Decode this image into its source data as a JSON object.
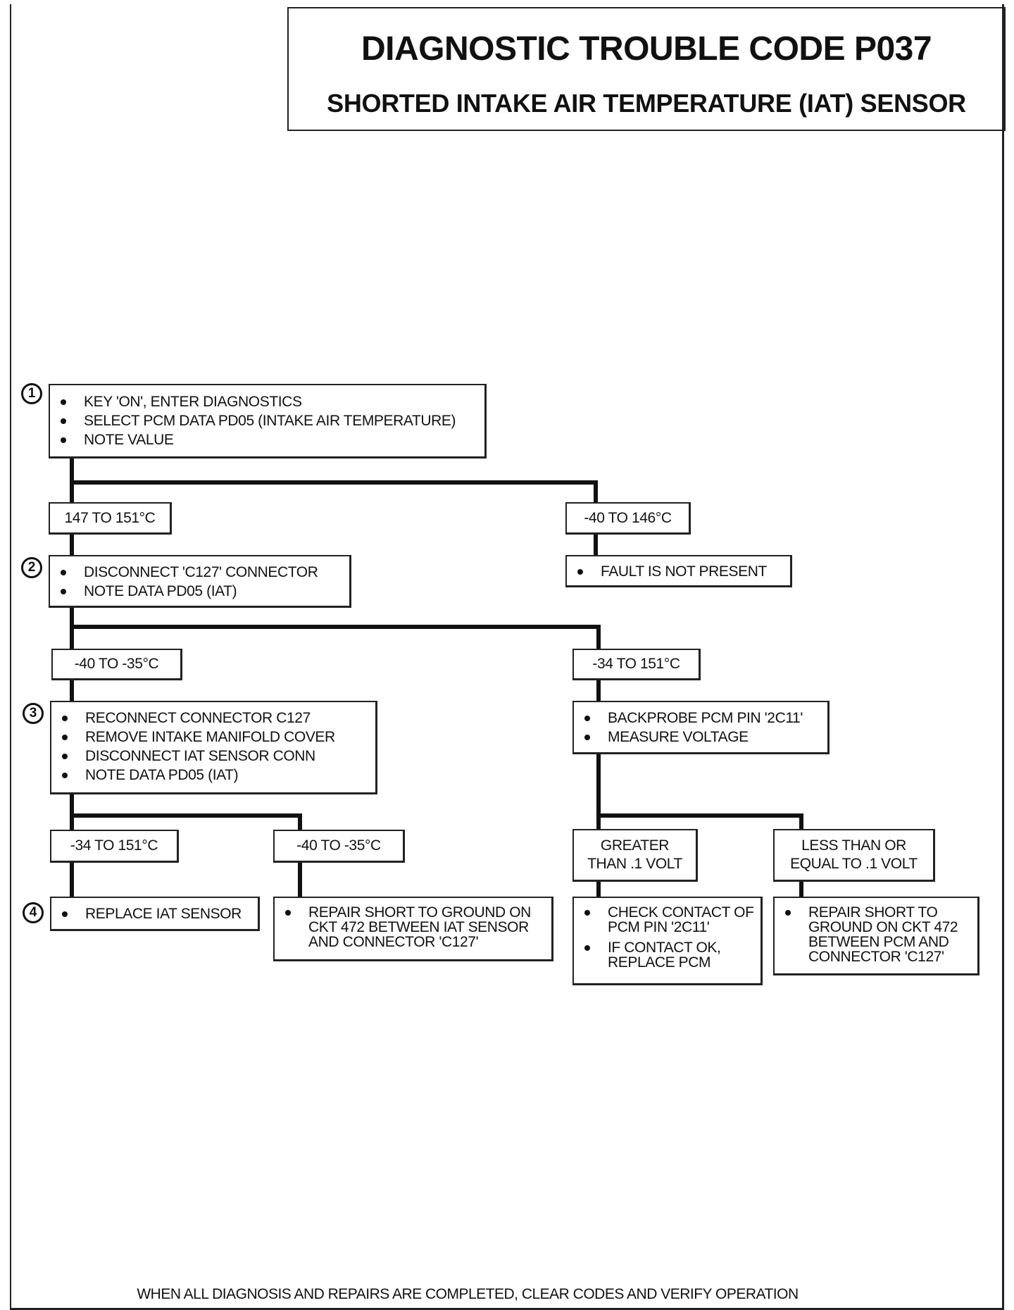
{
  "title": {
    "main": "DIAGNOSTIC TROUBLE CODE P037",
    "sub": "SHORTED INTAKE AIR TEMPERATURE (IAT) SENSOR"
  },
  "steps": {
    "s1": "1",
    "s2": "2",
    "s3": "3",
    "s4": "4"
  },
  "boxes": {
    "step1": [
      "KEY 'ON', ENTER DIAGNOSTICS",
      "SELECT PCM DATA PD05 (INTAKE AIR TEMPERATURE)",
      "NOTE VALUE"
    ],
    "step2": [
      "DISCONNECT 'C127' CONNECTOR",
      "NOTE DATA PD05 (IAT)"
    ],
    "fault_not_present": [
      "FAULT IS NOT PRESENT"
    ],
    "step3": [
      "RECONNECT CONNECTOR C127",
      "REMOVE INTAKE MANIFOLD  COVER",
      "DISCONNECT IAT SENSOR CONN",
      "NOTE DATA PD05 (IAT)"
    ],
    "backprobe": [
      "BACKPROBE PCM PIN '2C11'",
      "MEASURE VOLTAGE"
    ],
    "step4": [
      "REPLACE IAT SENSOR"
    ],
    "repair_short_iat": [
      "REPAIR SHORT TO GROUND ON CKT 472 BETWEEN IAT SENSOR AND CONNECTOR 'C127'"
    ],
    "check_contact": [
      "CHECK CONTACT OF PCM PIN '2C11'",
      "IF CONTACT OK, REPLACE PCM"
    ],
    "repair_short_pcm": [
      "REPAIR SHORT TO GROUND ON CKT 472 BETWEEN PCM AND CONNECTOR 'C127'"
    ]
  },
  "labels": {
    "range_147_151": "147 TO 151°C",
    "range_m40_146": "-40 TO 146°C",
    "range_m40_m35_a": "-40 TO -35°C",
    "range_m34_151_a": "-34 TO 151°C",
    "range_m34_151_b": "-34 TO 151°C",
    "range_m40_m35_b": "-40 TO -35°C",
    "greater_line1": "GREATER",
    "greater_line2": "THAN .1 VOLT",
    "less_line1": "LESS THAN OR",
    "less_line2": "EQUAL TO .1 VOLT"
  },
  "footer": "WHEN ALL DIAGNOSIS AND REPAIRS ARE COMPLETED, CLEAR CODES AND VERIFY OPERATION"
}
